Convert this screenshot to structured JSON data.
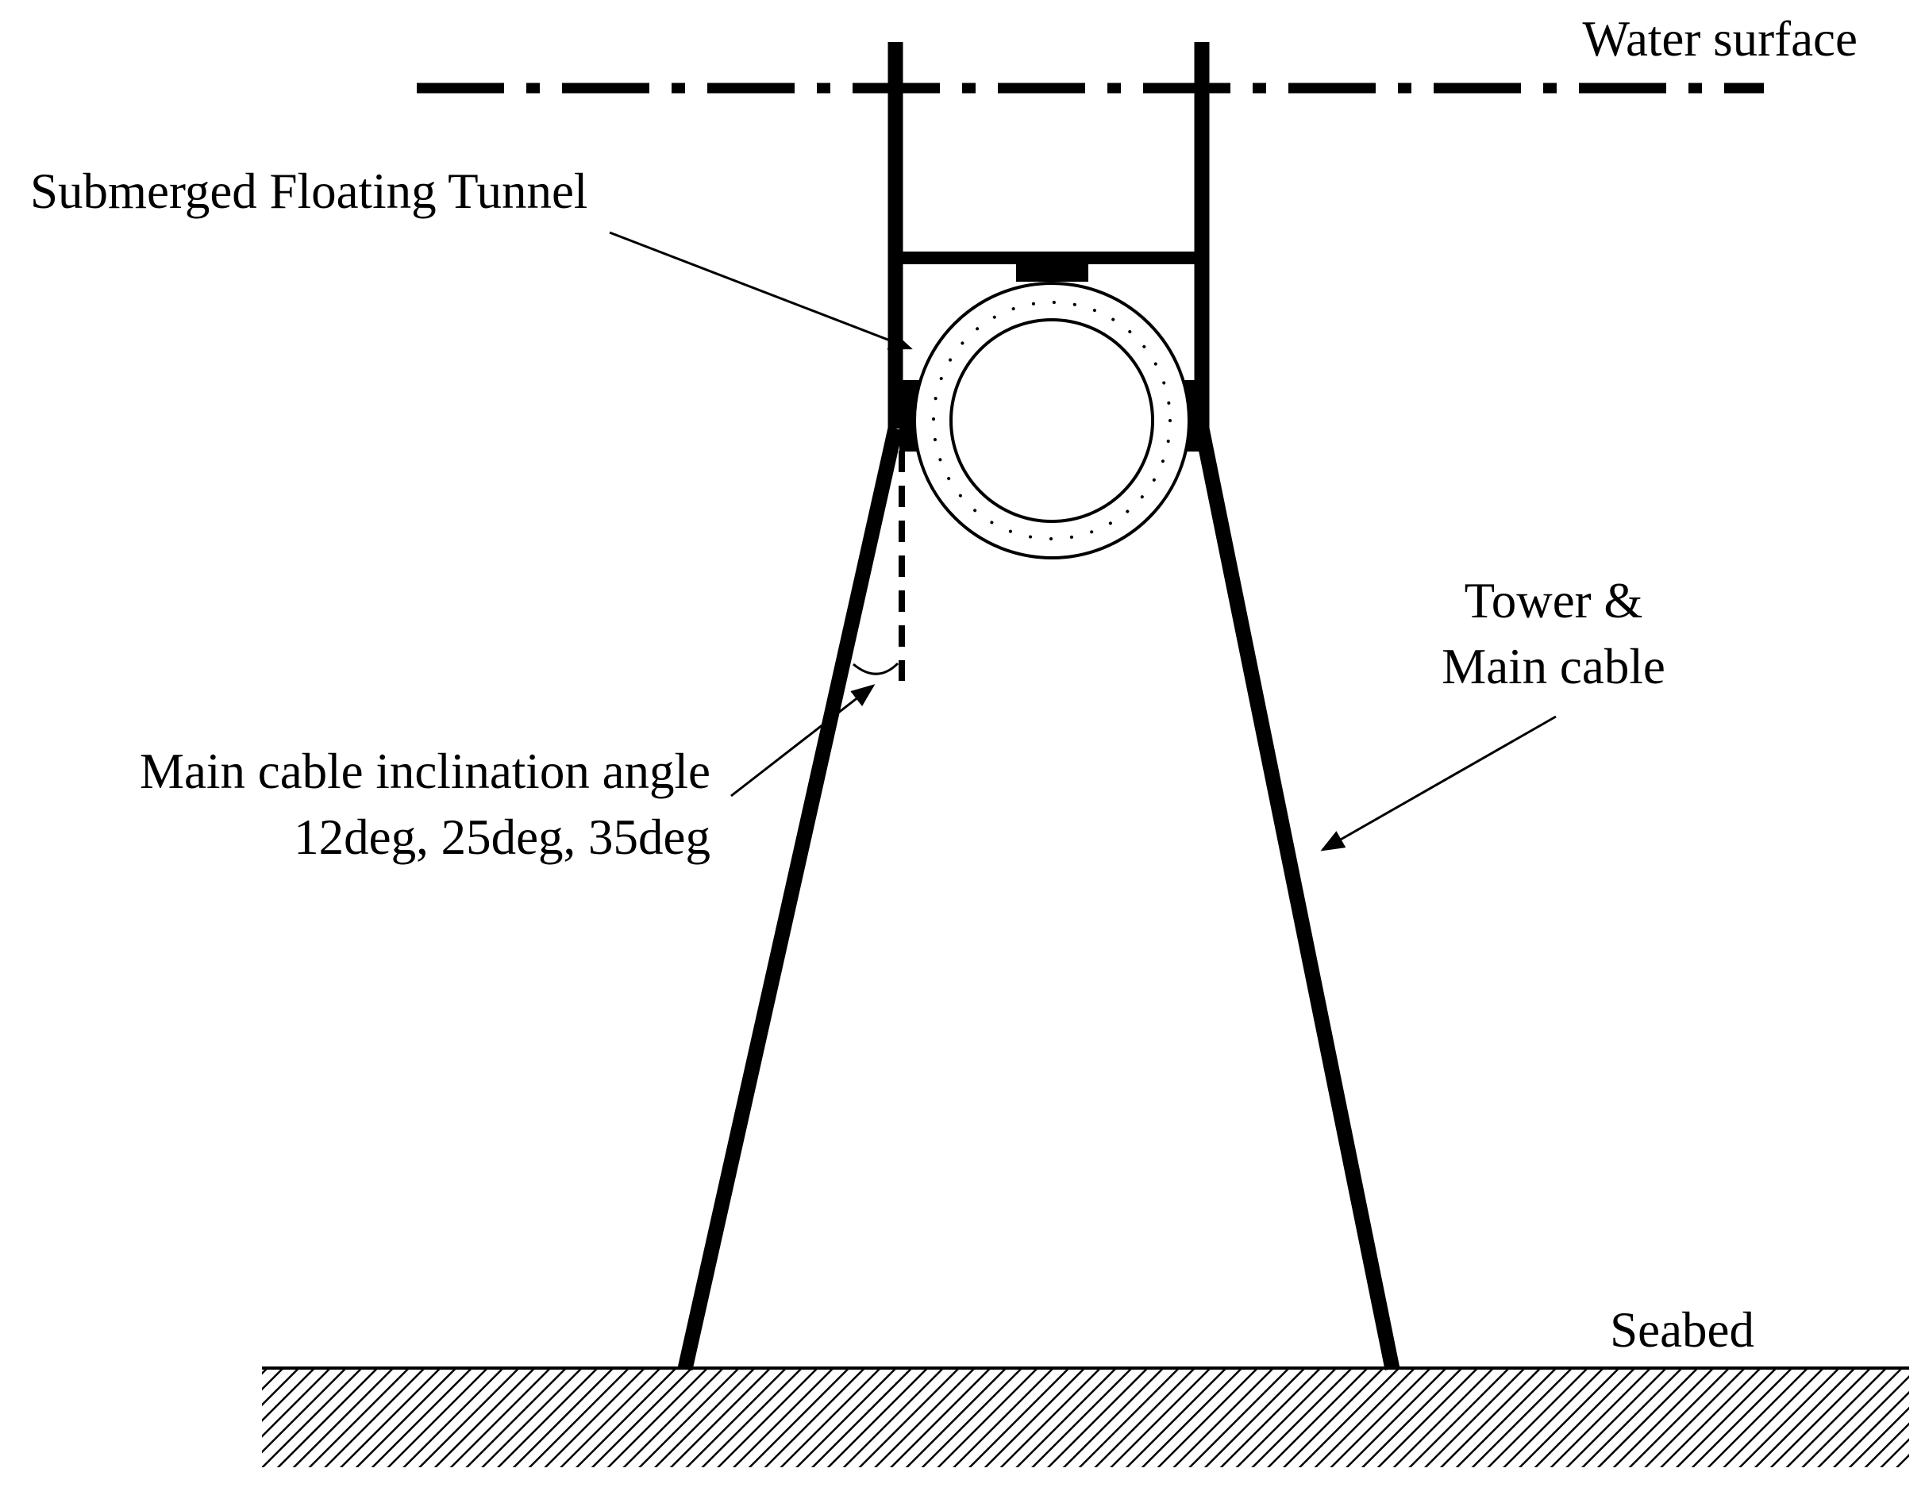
{
  "labels": {
    "water_surface": "Water surface",
    "tunnel": "Submerged Floating Tunnel",
    "tower_line1": "Tower &",
    "tower_line2": "Main cable",
    "angle_line1": "Main cable inclination angle",
    "angle_line2": "12deg, 25deg, 35deg",
    "seabed": "Seabed"
  },
  "colors": {
    "ink": "#000000",
    "background": "#ffffff"
  }
}
